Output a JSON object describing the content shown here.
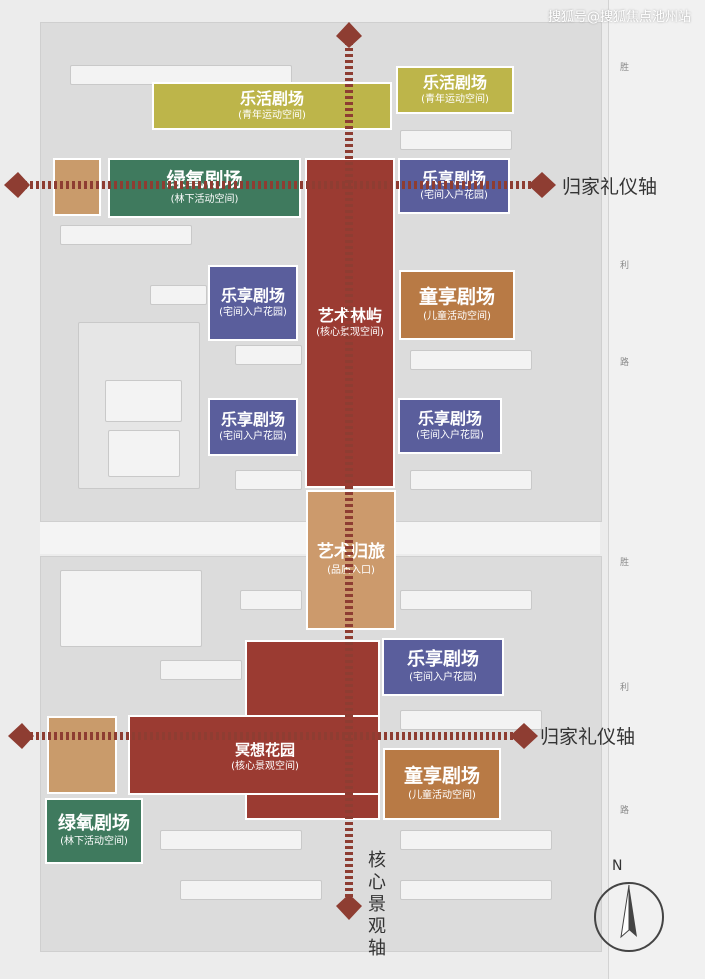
{
  "watermark": "搜狐号@搜狐焦点池州站",
  "zones": {
    "lehuo_top": {
      "title": "乐活剧场",
      "sub": "(青年运动空间)",
      "color": "#bdb54a"
    },
    "lehuo_right": {
      "title": "乐活剧场",
      "sub": "(青年运动空间)",
      "color": "#bdb54a"
    },
    "lvyang_top": {
      "title": "绿氧剧场",
      "sub": "(林下活动空间)",
      "color": "#3f7a5e"
    },
    "lvyang_bottom": {
      "title": "绿氧剧场",
      "sub": "(林下活动空间)",
      "color": "#3f7a5e"
    },
    "lexiang_1": {
      "title": "乐享剧场",
      "sub": "(宅间入户花园)",
      "color": "#5a5e9c"
    },
    "lexiang_2": {
      "title": "乐享剧场",
      "sub": "(宅间入户花园)",
      "color": "#5a5e9c"
    },
    "lexiang_3": {
      "title": "乐享剧场",
      "sub": "(宅间入户花园)",
      "color": "#5a5e9c"
    },
    "lexiang_4": {
      "title": "乐享剧场",
      "sub": "(宅间入户花园)",
      "color": "#5a5e9c"
    },
    "lexiang_5": {
      "title": "乐享剧场",
      "sub": "(宅间入户花园)",
      "color": "#5a5e9c"
    },
    "tongxiang_1": {
      "title": "童享剧场",
      "sub": "(儿童活动空间)",
      "color": "#b87a45"
    },
    "tongxiang_2": {
      "title": "童享剧场",
      "sub": "(儿童活动空间)",
      "color": "#b87a45"
    },
    "yishu_linyu": {
      "title": "艺术林屿",
      "sub": "(核心景观空间)",
      "color": "#9b3b32"
    },
    "yishu_guilv": {
      "title": "艺术归旅",
      "sub": "(品质入口)",
      "color": "#cc9a6c"
    },
    "mingxiang": {
      "title": "冥想花园",
      "sub": "(核心景观空间)",
      "color": "#9b3b32"
    }
  },
  "axes": {
    "home_axis_top": "归家礼仪轴",
    "home_axis_bottom": "归家礼仪轴",
    "core_axis": "核心景观轴"
  },
  "road": {
    "c1": "胜",
    "c2": "利",
    "c3": "路",
    "c4": "胜",
    "c5": "利",
    "c6": "路"
  },
  "compass": {
    "north": "N"
  },
  "colors": {
    "axis": "#8e3d32",
    "tan": "#c99b6b"
  }
}
